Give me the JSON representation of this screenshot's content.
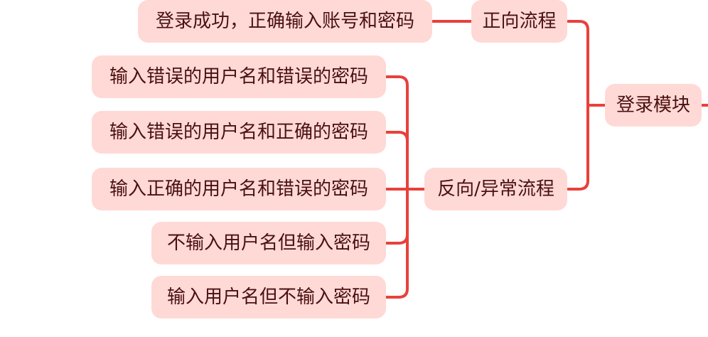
{
  "root": {
    "label": "登录模块"
  },
  "branches": [
    {
      "label": "正向流程",
      "children": [
        {
          "label": "登录成功，正确输入账号和密码"
        }
      ]
    },
    {
      "label": "反向/异常流程",
      "children": [
        {
          "label": "输入错误的用户名和错误的密码"
        },
        {
          "label": "输入错误的用户名和正确的密码"
        },
        {
          "label": "输入正确的用户名和错误的密码"
        },
        {
          "label": "不输入用户名但输入密码"
        },
        {
          "label": "输入用户名但不输入密码"
        }
      ]
    }
  ],
  "colors": {
    "connector": "#e8413a",
    "node_fill": "#ffd9d6",
    "node_text": "#4a1010"
  }
}
